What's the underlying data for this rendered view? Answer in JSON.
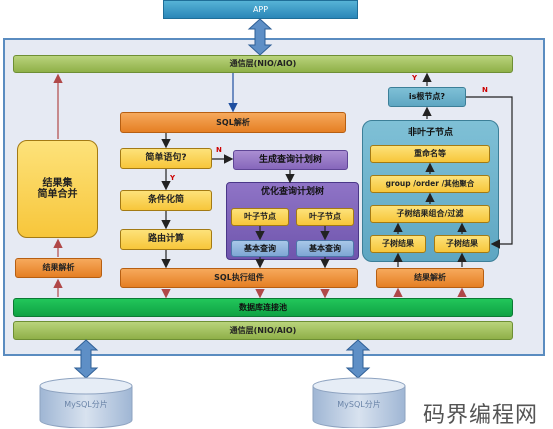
{
  "app_label": "APP",
  "top_comm_layer": "通信层(NIO/AIO)",
  "bottom_comm_layer": "通信层(NIO/AIO)",
  "sql_parse": "SQL解析",
  "simple_query": "简单语句?",
  "generate_plan": "生成查询计划树",
  "condition_simplify": "条件化简",
  "route_compute": "路由计算",
  "optimize_plan": "优化查询计划树",
  "leaf_node_1": "叶子节点",
  "leaf_node_2": "叶子节点",
  "basic_query_1": "基本查询",
  "basic_query_2": "基本查询",
  "sql_exec": "SQL执行组件",
  "datasource_pool": "数据库连接池",
  "resultset_merge": "结果集\n简单合并",
  "result_parse_left": "结果解析",
  "result_parse_right": "结果解析",
  "is_root": "is根节点?",
  "non_leaf_title": "非叶子节点",
  "rename": "重命名等",
  "group_order": "group /order /其他聚合",
  "sub_result_combine": "子树结果组合/过滤",
  "sub_result_1": "子树结果",
  "sub_result_2": "子树结果",
  "mysql_shard_1": "MySQL分片",
  "mysql_shard_2": "MySQL分片",
  "label_n_simple": "N",
  "label_y_simple": "Y",
  "label_y_root": "Y",
  "label_n_root": "N",
  "watermark": "码界编程网",
  "colors": {
    "app": "#2a86b8",
    "green": "#8fb048",
    "orange": "#e57f23",
    "yellow": "#f7c63a",
    "purple": "#8667bb",
    "frame": "#5a8cc0"
  }
}
